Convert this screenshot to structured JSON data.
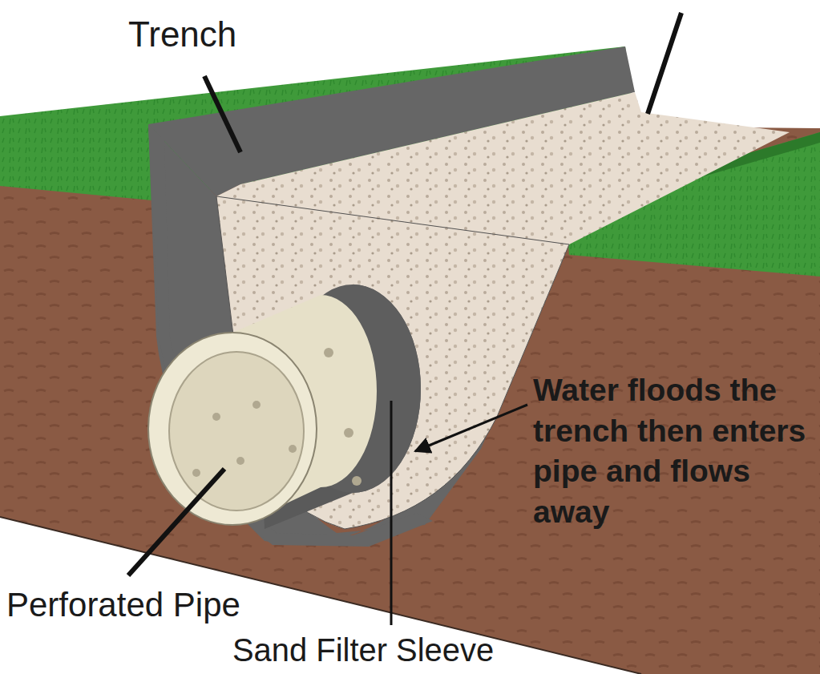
{
  "diagram": {
    "labels": [
      "Trench",
      "Water floods the trench then enters pipe and flows away",
      "Perforated Pipe",
      "Sand Filter Sleeve"
    ]
  }
}
